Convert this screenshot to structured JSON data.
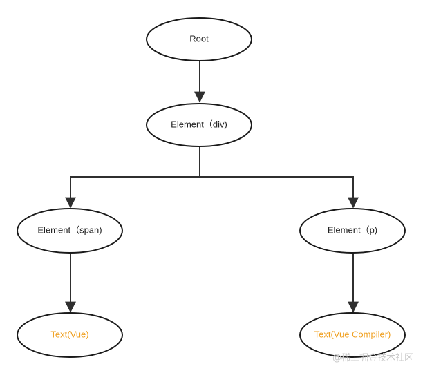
{
  "colors": {
    "node_stroke": "#1a1a1a",
    "edge": "#2f2f2f",
    "text_default": "#222222",
    "text_highlight": "#f0a020",
    "watermark": "#c8c8c8"
  },
  "nodes": {
    "root": {
      "label": "Root"
    },
    "div": {
      "label": "Element（div)"
    },
    "span": {
      "label": "Element（span)"
    },
    "p": {
      "label": "Element（p)"
    },
    "text_vue": {
      "label": "Text(Vue)"
    },
    "text_compiler": {
      "label": "Text(Vue Compiler)"
    }
  },
  "watermark": "@稀土掘金技术社区"
}
